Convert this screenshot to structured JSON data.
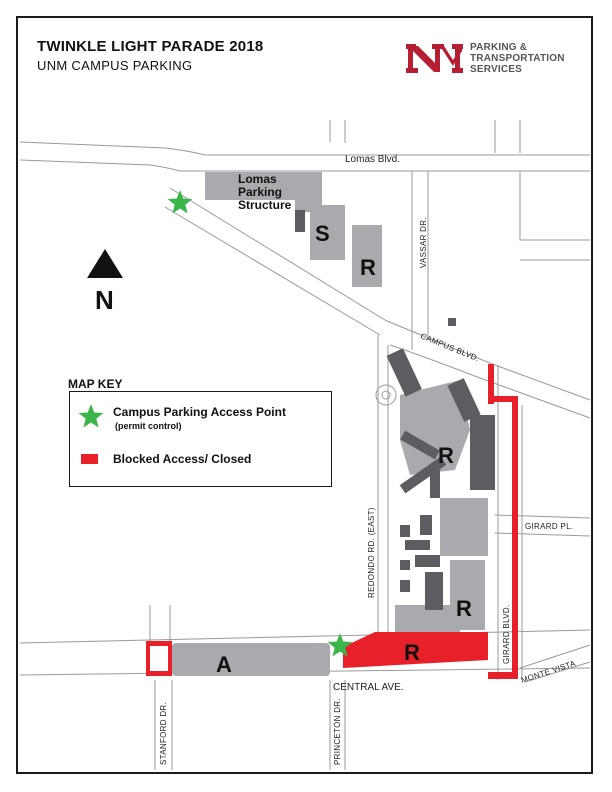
{
  "header": {
    "title": "TWINKLE LIGHT PARADE 2018",
    "subtitle": "UNM CAMPUS PARKING"
  },
  "logo": {
    "lines": [
      "PARKING &",
      "TRANSPORTATION",
      "SERVICES"
    ],
    "color": "#b51f31"
  },
  "north": {
    "label": "N"
  },
  "streets": {
    "lomas": "Lomas Blvd.",
    "campus": "CAMPUS BLVD.",
    "vassar": "VASSAR DR.",
    "redondo": "REDONDO RD. (EAST)",
    "girard_pl": "GIRARD PL.",
    "girard_blvd": "GIRARD BLVD.",
    "monte_vista": "MONTE VISTA",
    "central": "CENTRAL AVE.",
    "stanford": "STANFORD DR.",
    "princeton": "PRINCETON DR."
  },
  "buildings": {
    "lomas_structure": [
      "Lomas",
      "Parking",
      "Structure"
    ],
    "s_lot": "S",
    "r_north": "R",
    "r_mid": "R",
    "r_south": "R",
    "r_red": "R",
    "a_lot": "A"
  },
  "legend": {
    "title": "MAP KEY",
    "access_label": "Campus Parking Access Point",
    "access_note": "(permit control)",
    "blocked_label": "Blocked Access/ Closed"
  },
  "colors": {
    "blocked": "#e8202a",
    "access_star": "#3cb54a",
    "lot_gray": "#a9aaad",
    "building_dark": "#5c5d60",
    "road_line": "#9a9a9a"
  }
}
